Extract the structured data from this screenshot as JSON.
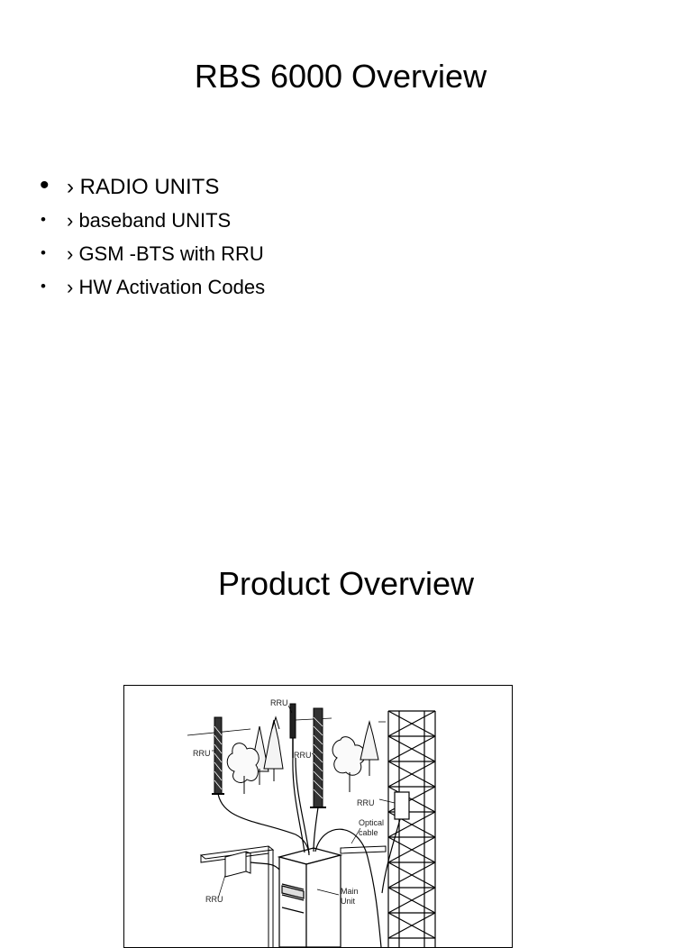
{
  "slide1": {
    "title": "RBS 6000 Overview",
    "bullet_glyph": "•",
    "bullets": [
      "› RADIO UNITS",
      "› baseband UNITS",
      "› GSM -BTS with RRU",
      "› HW Activation Codes"
    ]
  },
  "slide2": {
    "title": "Product Overview",
    "diagram": {
      "labels": {
        "rru_top": "RRU",
        "rru_left": "RRU",
        "rru_middle": "RRU",
        "rru_tower": "RRU",
        "rru_wall": "RRU",
        "optical_cable_line1": "Optical",
        "optical_cable_line2": "cable",
        "main_unit_line1": "Main",
        "main_unit_line2": "Unit"
      }
    }
  }
}
